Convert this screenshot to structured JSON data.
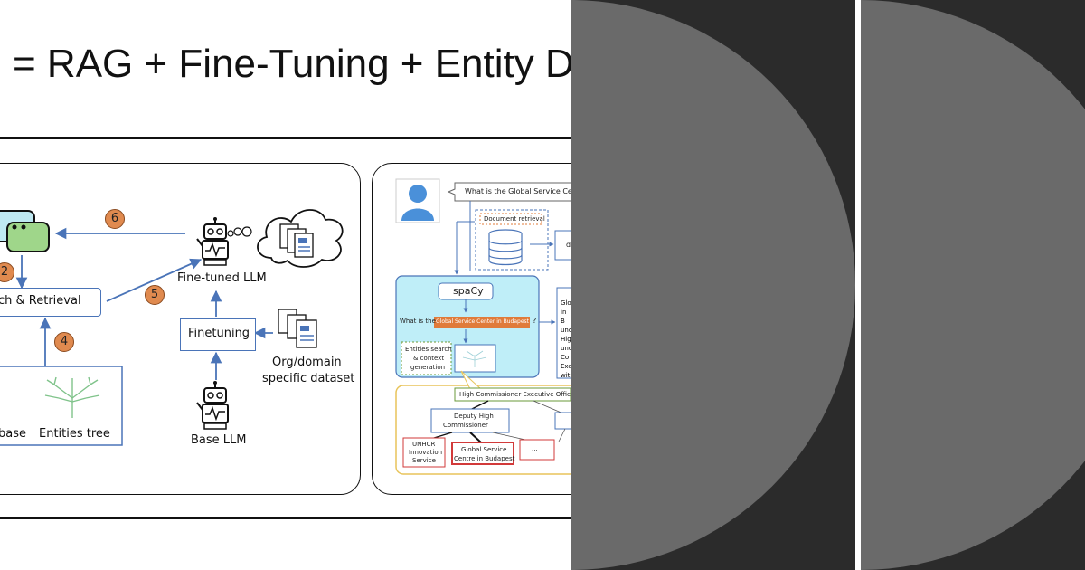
{
  "slide": {
    "title": "i = RAG + Fine-Tuning + Entity De"
  },
  "left_panel": {
    "search_retrieval": "ch & Retrieval",
    "finetuned_llm": "Fine-tuned LLM",
    "finetuning": "Finetuning",
    "org_dataset_line1": "Org/domain",
    "org_dataset_line2": "specific dataset",
    "base_llm": "Base LLM",
    "knowledge_base": "base",
    "entities_tree": "Entities tree",
    "steps": [
      "2",
      "4",
      "5",
      "6"
    ]
  },
  "right_panel": {
    "question": "What is the Global Service Cen",
    "document_retrieval": "Document retrieval",
    "doc_label": "d",
    "spacy": "spaCy",
    "what_is_the": "What is the",
    "highlight": "Global Service Center in Budapest",
    "question_mark": "?",
    "entities_search_1": "Entities search",
    "entities_search_2": "& context",
    "entities_search_3": "generation",
    "answer_fragments": [
      "Glo",
      "in B",
      "und",
      "Hig",
      "und",
      "Co",
      "Exe",
      "wit"
    ],
    "hc_office": "High Commissioner Executive Office",
    "deputy_1": "Deputy High",
    "deputy_2": "Commissioner",
    "unhcr_1": "UNHCR",
    "unhcr_2": "Innovation",
    "unhcr_3": "Service",
    "gsc_1": "Global Service",
    "gsc_2": "Centre in Budapest",
    "ellipsis": "..."
  },
  "colors": {
    "arrow": "#4a74b8",
    "badge": "#e08a4f",
    "highlight": "#e07b3a",
    "spacy_panel": "#bfeef8",
    "org_border": "#e8c45a",
    "red_box": "#d23a3a",
    "thumb_bg": "#2b2b2b",
    "thumb_disc": "#6a6a6a"
  }
}
